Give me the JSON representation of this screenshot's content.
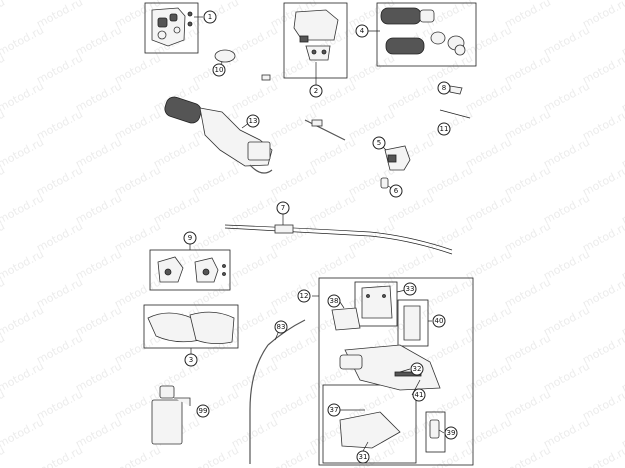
{
  "watermark": {
    "text": "motod.ru"
  },
  "callouts": [
    {
      "id": "c1",
      "label": "1"
    },
    {
      "id": "c2",
      "label": "2"
    },
    {
      "id": "c3",
      "label": "3"
    },
    {
      "id": "c4",
      "label": "4"
    },
    {
      "id": "c5",
      "label": "5"
    },
    {
      "id": "c6",
      "label": "6"
    },
    {
      "id": "c7",
      "label": "7"
    },
    {
      "id": "c8",
      "label": "8"
    },
    {
      "id": "c9",
      "label": "9"
    },
    {
      "id": "c10",
      "label": "10"
    },
    {
      "id": "c11",
      "label": "11"
    },
    {
      "id": "c12",
      "label": "12"
    },
    {
      "id": "c13",
      "label": "13"
    },
    {
      "id": "c31",
      "label": "31"
    },
    {
      "id": "c32",
      "label": "32"
    },
    {
      "id": "c33",
      "label": "33"
    },
    {
      "id": "c37",
      "label": "37"
    },
    {
      "id": "c38",
      "label": "38"
    },
    {
      "id": "c39",
      "label": "39"
    },
    {
      "id": "c40",
      "label": "40"
    },
    {
      "id": "c41",
      "label": "41"
    },
    {
      "id": "c83",
      "label": "83"
    },
    {
      "id": "c99",
      "label": "99"
    }
  ]
}
